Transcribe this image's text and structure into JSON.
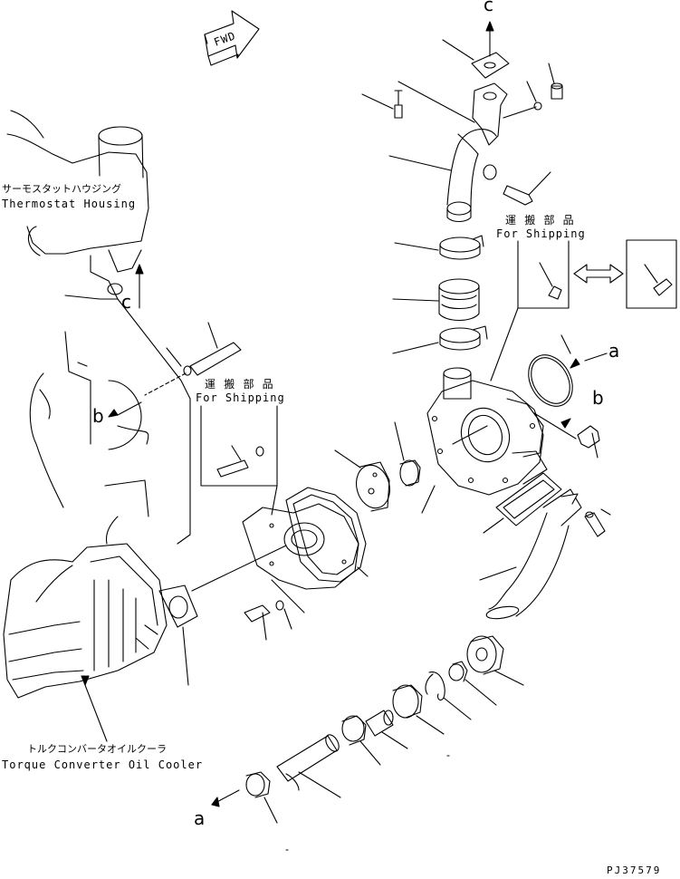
{
  "labels": {
    "fwd": "FWD",
    "ref_c_top": "c",
    "ref_c_left": "c",
    "ref_a_right": "a",
    "ref_b_right": "b",
    "ref_b_left": "b",
    "ref_a_bottom": "a",
    "thermostat_jp": "サーモスタットハウジング",
    "thermostat_en": "Thermostat Housing",
    "shipping_jp_right": "運 搬 部 品",
    "shipping_en_right": "For Shipping",
    "shipping_jp_left": "運 搬 部 品",
    "shipping_en_left": "For Shipping",
    "cooler_jp": "トルクコンバータオイルクーラ",
    "cooler_en": "Torque Converter Oil Cooler",
    "drawing_no": "PJ37579"
  }
}
